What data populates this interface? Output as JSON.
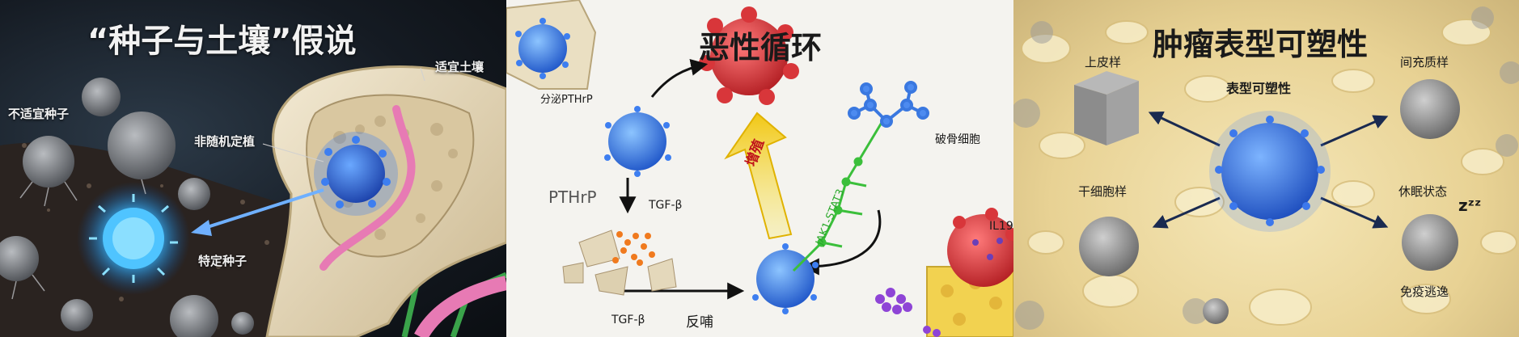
{
  "panel1": {
    "title": "“种子与土壤”假说",
    "label_soil": "适宜土壤",
    "label_unfit_seed": "不适宜种子",
    "label_nonrandom": "非随机定植",
    "label_specific_seed": "特定种子"
  },
  "panel2": {
    "title": "恶性循环",
    "label_secrete": "分泌PTHrP",
    "label_pthrp": "PTHrP",
    "label_tgf1": "TGF-β",
    "label_tgf2": "TGF-β",
    "label_feedback": "反哺",
    "label_prolif": "增殖",
    "label_jak": "JAK1-STAT3",
    "label_osteoclast": "破骨细胞",
    "label_il": "IL19"
  },
  "panel3": {
    "title": "肿瘤表型可塑性",
    "label_center": "表型可塑性",
    "label_epithelial": "上皮样",
    "label_mesenchymal": "间充质样",
    "label_stem": "干细胞样",
    "label_dormant": "休眠状态",
    "label_immune": "免疫逃逸",
    "label_zzz": "zᶻᶻ"
  },
  "colors": {
    "tumor_blue": "#2f6fd8",
    "tumor_red": "#d8363a",
    "bone": "#e9dcc0",
    "glow": "#5fd0ff",
    "pink_vessel": "#e77ab4",
    "green_vessel": "#3aa34a"
  }
}
